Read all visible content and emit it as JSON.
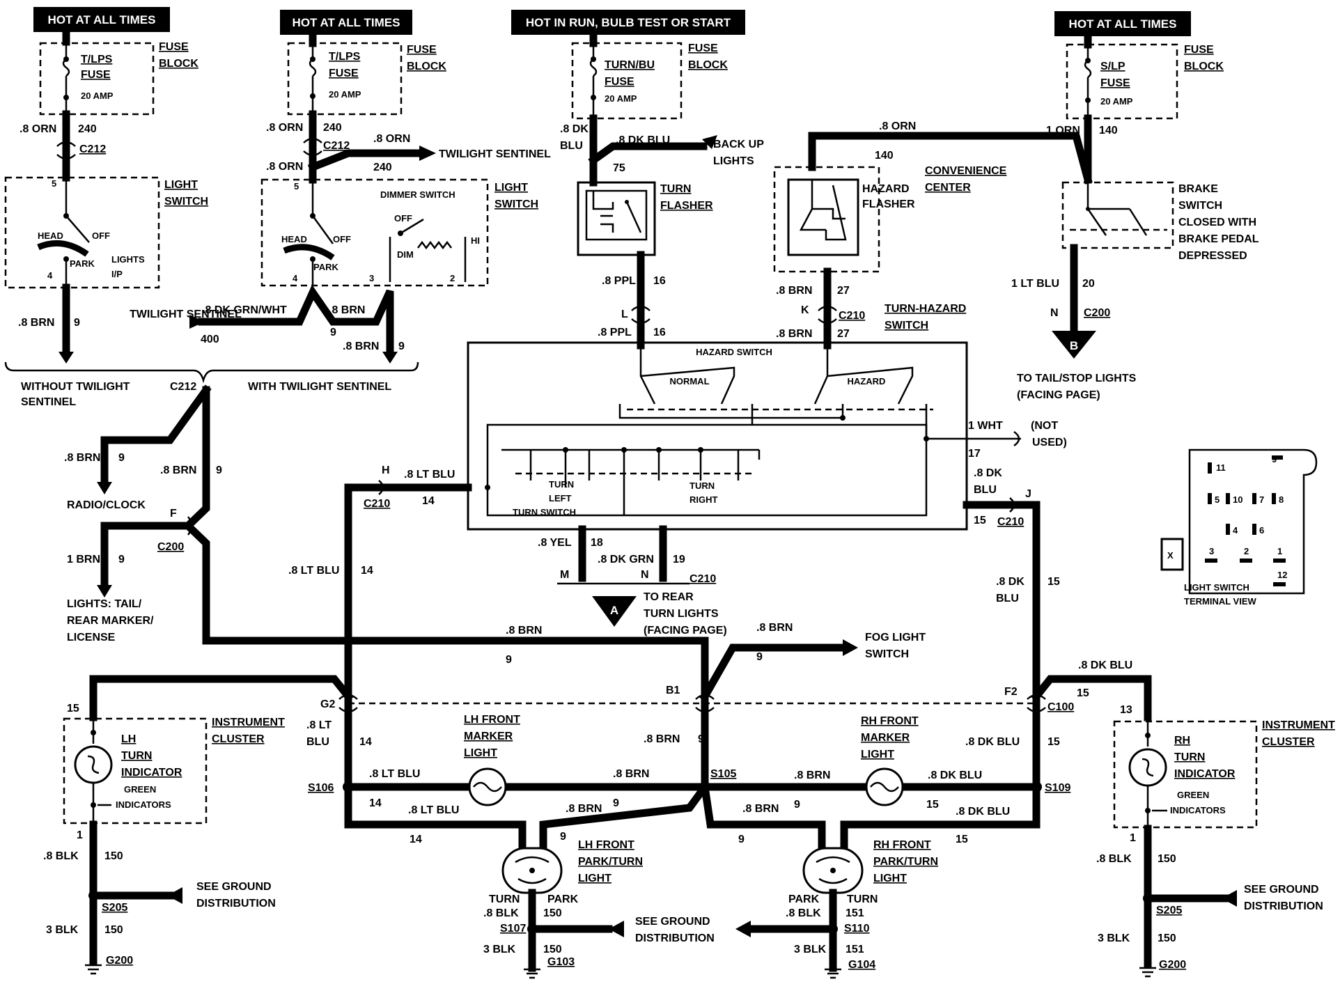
{
  "headers": {
    "h1": "HOT AT ALL TIMES",
    "h2": "HOT AT ALL TIMES",
    "h3": "HOT IN RUN,  BULB TEST OR START",
    "h4": "HOT AT ALL TIMES"
  },
  "fuses": {
    "f1": {
      "name1": "T/LPS",
      "name2": "FUSE",
      "amp": "20 AMP",
      "block1": "FUSE",
      "block2": "BLOCK"
    },
    "f2": {
      "name1": "T/LPS",
      "name2": "FUSE",
      "amp": "20 AMP",
      "block1": "FUSE",
      "block2": "BLOCK"
    },
    "f3": {
      "name1": "TURN/BU",
      "name2": "FUSE",
      "amp": "20 AMP",
      "block1": "FUSE",
      "block2": "BLOCK"
    },
    "f4": {
      "name1": "S/LP",
      "name2": "FUSE",
      "amp": "20 AMP",
      "block1": "FUSE",
      "block2": "BLOCK"
    }
  },
  "wires": {
    "orn8": ".8 ORN",
    "n240": "240",
    "c212": "C212",
    "twilight_sentinel": "TWILIGHT SENTINEL",
    "brn8": ".8 BRN",
    "n9": "9",
    "dkgrnwht": ".8 DK GRN/WHT",
    "n400": "400",
    "dkblu8": ".8 DK",
    "blu": "BLU",
    "dkblu_full": ".8 DK BLU",
    "n75": "75",
    "backup1": "BACK UP",
    "backup2": "LIGHTS",
    "orn1": "1 ORN",
    "n140": "140",
    "ppl8": ".8 PPL",
    "n16": "16",
    "n27": "27",
    "c210": "C210",
    "ltblu1": "1 LT BLU",
    "n20": "20",
    "c200": "C200",
    "ltblu8": ".8 LT BLU",
    "n14": "14",
    "n15": "15",
    "n17": "17",
    "wht1": "1 WHT",
    "notused1": "(NOT",
    "notused2": "USED)",
    "yel8": ".8 YEL",
    "n18": "18",
    "dkgrn8": ".8 DK GRN",
    "n19": "19",
    "brn1": "1 BRN",
    "blk8": ".8 BLK",
    "n150": "150",
    "blk3": "3 BLK",
    "n151": "151",
    "lt8": ".8 LT"
  },
  "switches": {
    "light_switch1": "LIGHT",
    "light_switch2": "SWITCH",
    "head": "HEAD",
    "off": "OFF",
    "park": "PARK",
    "lights": "LIGHTS",
    "ip": "I/P",
    "dimmer": "DIMMER SWITCH",
    "dim": "DIM",
    "hi": "HI",
    "turn_flasher1": "TURN",
    "turn_flasher2": "FLASHER",
    "hazard_flasher1": "HAZARD",
    "hazard_flasher2": "FLASHER",
    "conv1": "CONVENIENCE",
    "conv2": "CENTER",
    "brake1": "BRAKE",
    "brake2": "SWITCH",
    "brake3": "CLOSED WITH",
    "brake4": "BRAKE PEDAL",
    "brake5": "DEPRESSED",
    "turn_hazard1": "TURN-HAZARD",
    "turn_hazard2": "SWITCH",
    "hazard_switch": "HAZARD SWITCH",
    "normal": "NORMAL",
    "hazard": "HAZARD",
    "turn_left1": "TURN",
    "turn_left2": "LEFT",
    "turn_switch": "TURN SWITCH",
    "turn_right1": "TURN",
    "turn_right2": "RIGHT"
  },
  "labels": {
    "without1": "WITHOUT TWILIGHT",
    "without2": "SENTINEL",
    "with": "WITH TWILIGHT SENTINEL",
    "radio": "RADIO/CLOCK",
    "tail1": "LIGHTS:  TAIL/",
    "tail2": "REAR MARKER/",
    "tail3": "LICENSE",
    "tailstop1": "TO TAIL/STOP LIGHTS",
    "tailstop2": "(FACING PAGE)",
    "rear1": "TO REAR",
    "rear2": "TURN LIGHTS",
    "rear3": "(FACING PAGE)",
    "fog1": "FOG LIGHT",
    "fog2": "SWITCH",
    "ic1": "INSTRUMENT",
    "ic2": "CLUSTER",
    "lh_ind1": "LH",
    "lh_ind2": "TURN",
    "lh_ind3": "INDICATOR",
    "rh_ind1": "RH",
    "rh_ind2": "TURN",
    "rh_ind3": "INDICATOR",
    "green": "GREEN",
    "indicators": "INDICATORS",
    "lh_marker1": "LH FRONT",
    "lh_marker2": "MARKER",
    "lh_marker3": "LIGHT",
    "rh_marker1": "RH FRONT",
    "rh_marker2": "MARKER",
    "rh_marker3": "LIGHT",
    "lh_park1": "LH FRONT",
    "lh_park2": "PARK/TURN",
    "lh_park3": "LIGHT",
    "rh_park1": "RH FRONT",
    "rh_park2": "PARK/TURN",
    "rh_park3": "LIGHT",
    "turn": "TURN",
    "park": "PARK",
    "ground1": "SEE GROUND",
    "ground2": "DISTRIBUTION",
    "lsv1": "LIGHT SWITCH",
    "lsv2": "TERMINAL VIEW"
  },
  "connectors": {
    "s205": "S205",
    "g200": "G200",
    "s107": "S107",
    "g103": "G103",
    "s110": "S110",
    "g104": "G104",
    "s106": "S106",
    "s105": "S105",
    "s109": "S109",
    "c100": "C100",
    "g2": "G2",
    "b1": "B1",
    "f2": "F2",
    "h": "H",
    "j": "J",
    "l": "L",
    "k": "K",
    "m": "M",
    "n": "N",
    "f": "F",
    "a": "A",
    "b": "B",
    "p1": "1",
    "p2": "2",
    "p3": "3",
    "p4": "4",
    "p5": "5",
    "p6": "6",
    "p7": "7",
    "p8": "8",
    "p9": "9",
    "p10": "10",
    "p11": "11",
    "p12": "12",
    "pX": "X",
    "p13": "13",
    "p15": "15"
  }
}
